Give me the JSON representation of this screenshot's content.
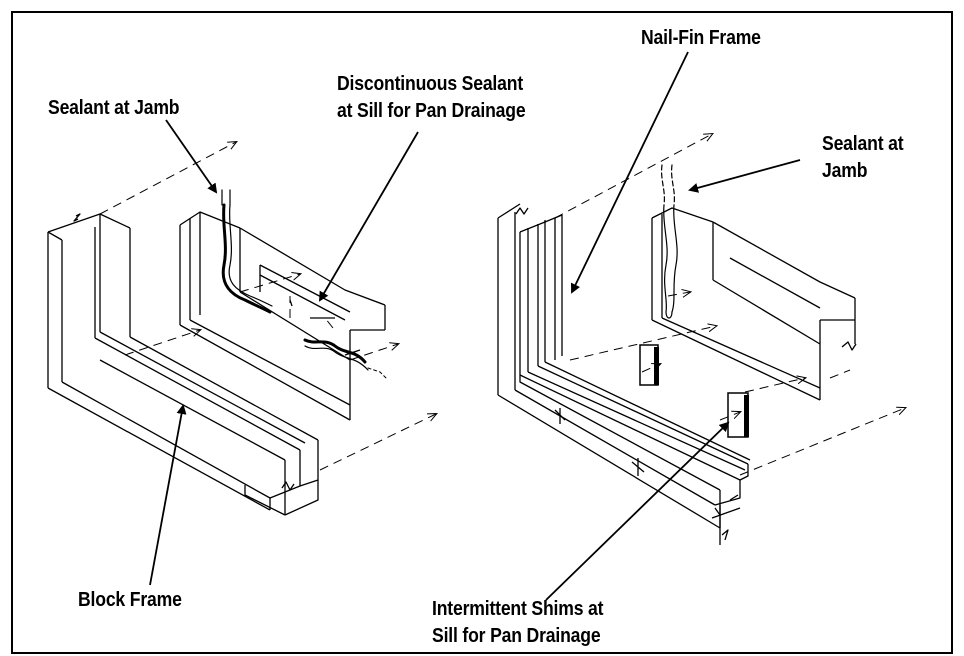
{
  "labels": {
    "sealant_at_jamb_left": "Sealant at Jamb",
    "discontinuous_line1": "Discontinuous Sealant",
    "discontinuous_line2": "at Sill for Pan Drainage",
    "nail_fin_frame": "Nail-Fin Frame",
    "sealant_at_jamb_right_line1": "Sealant at",
    "sealant_at_jamb_right_line2": "Jamb",
    "block_frame": "Block Frame",
    "intermittent_line1": "Intermittent Shims at",
    "intermittent_line2": "Sill for Pan Drainage"
  },
  "colors": {
    "ink": "#000000",
    "paper": "#ffffff"
  }
}
